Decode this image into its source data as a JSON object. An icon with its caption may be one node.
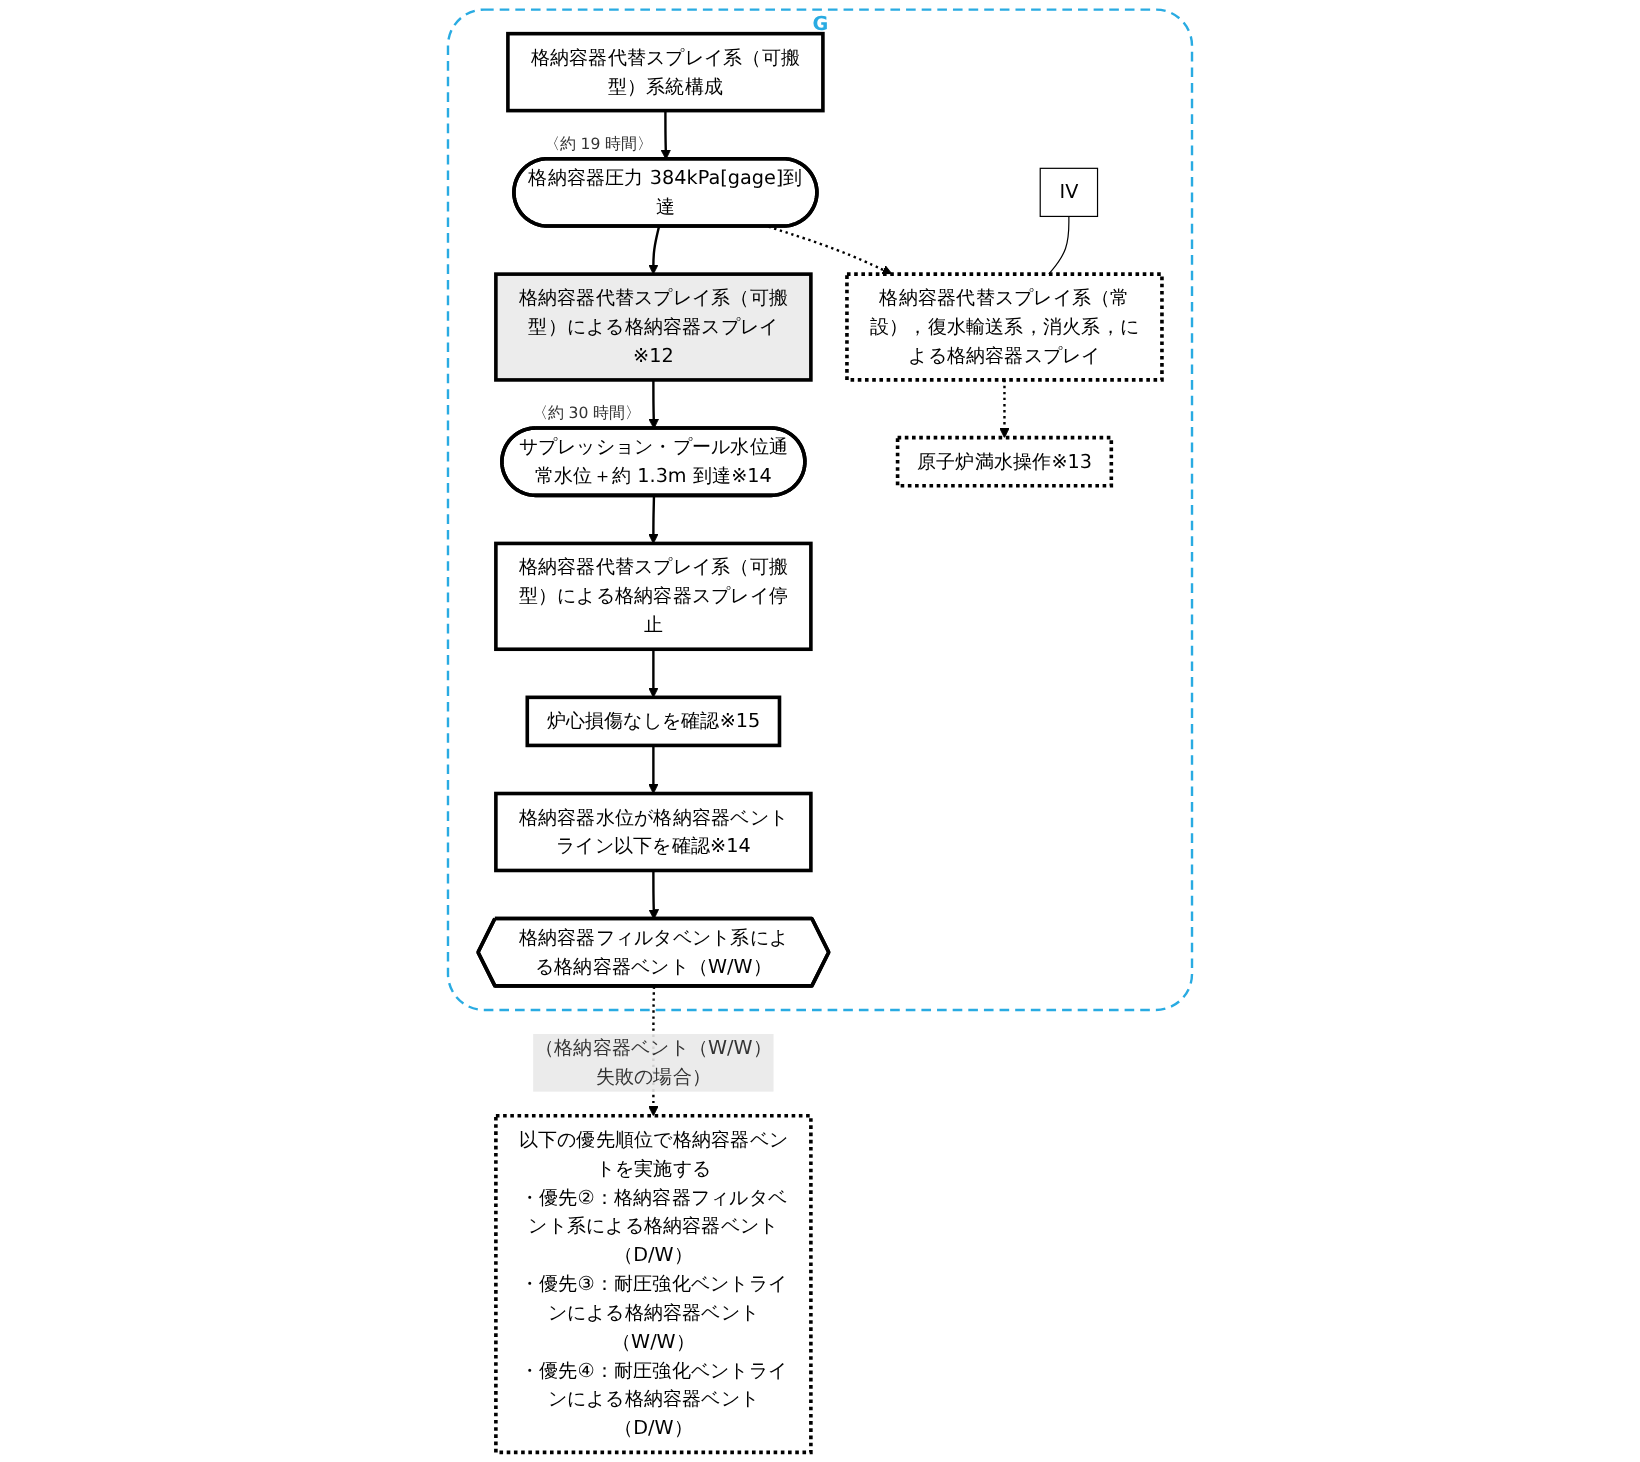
{
  "diagram": {
    "nodes": [
      {
        "text": [
          "G"
        ]
      },
      {
        "text": [
          "格納容器代替スプレイ系（可搬型）系統構成"
        ],
        "in": 0
      },
      {
        "text": [
          "格納容器圧力 384kPa[gage]到達"
        ],
        "beside": [
          "〈約 19 時間〉"
        ],
        "in": 0
      },
      {
        "text": [
          "格納容器代替スプレイ系（可搬型）による格納容器スプレイ※12"
        ],
        "in": 0
      },
      {
        "text": [
          "サプレッション・プール水位通常水位＋約 1.3m 到達※14"
        ],
        "beside": [
          "〈約 30 時間〉"
        ],
        "in": 0
      },
      {
        "text": [
          "格納容器代替スプレイ系（可搬型）による格納容器スプレイ停止"
        ],
        "in": 0
      },
      {
        "text": [
          "炉心損傷なしを確認※15"
        ],
        "in": 0
      },
      {
        "text": [
          "格納容器水位が格納容器ベントライン以下を確認※14"
        ],
        "in": 0
      },
      {
        "text": [
          "格納容器フィルタベント系による格納容器ベント（W/W）"
        ],
        "in": 0
      },
      {
        "text": [
          "IV"
        ],
        "in": 0
      },
      {
        "text": [
          "格納容器代替スプレイ系（常設），復水輸送系，消火系，による格納容器スプレイ"
        ],
        "in": 0
      },
      {
        "text": [
          "原子炉満水操作※13"
        ],
        "in": 0
      },
      {
        "text": [
          "以下の優先順位で格納容器ベントを実施する",
          "・優先②：格納容器フィルタベント系による格納容器ベント（D/W）",
          "・優先③：耐圧強化ベントラインによる格納容器ベント（W/W）",
          "・優先④：耐圧強化ベントラインによる格納容器ベント（D/W）"
        ]
      }
    ],
    "edges": [
      {
        "from": 1,
        "to": 2,
        "arrow": "to"
      },
      {
        "from": 2,
        "to": 3,
        "arrow": "to"
      },
      {
        "from": 3,
        "to": 4,
        "arrow": "to"
      },
      {
        "from": 4,
        "to": 5,
        "arrow": "to"
      },
      {
        "from": 5,
        "to": 6,
        "arrow": "to"
      },
      {
        "from": 6,
        "to": 7,
        "arrow": "to"
      },
      {
        "from": 7,
        "to": 8,
        "arrow": "to"
      },
      {
        "from": 2,
        "to": 10,
        "arrow": "to",
        "style": "dashed"
      },
      {
        "from": 9,
        "to": 10,
        "arrow": "none"
      },
      {
        "from": 10,
        "to": 11,
        "arrow": "to",
        "style": "dashed"
      },
      {
        "from": 8,
        "to": 12,
        "arrow": "to",
        "style": "dashed",
        "label": "（格納容器ベント（W/W）失敗の場合）"
      }
    ]
  }
}
